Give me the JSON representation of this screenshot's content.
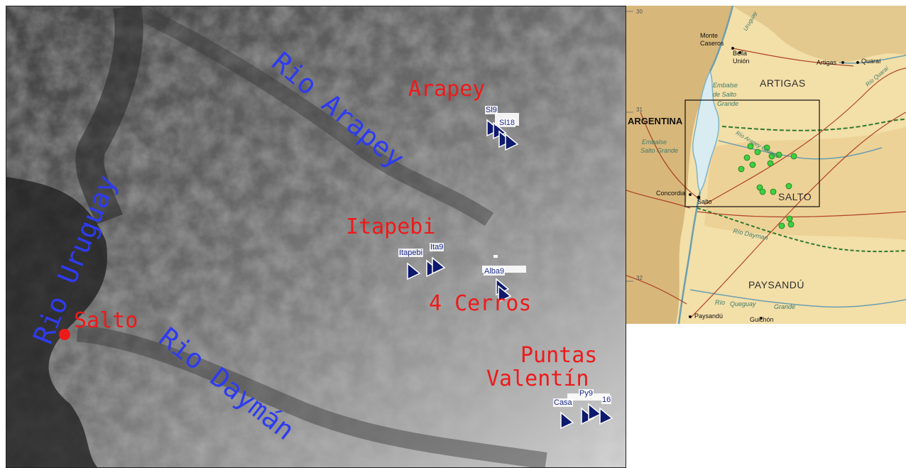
{
  "relief_map": {
    "rivers": [
      {
        "name": "Rio Uruguay"
      },
      {
        "name": "Rio Arapey"
      },
      {
        "name": "Rio Daymán"
      }
    ],
    "towns": [
      {
        "name": "Salto"
      },
      {
        "name": "Arapey"
      },
      {
        "name": "Itapebi"
      },
      {
        "name": "4 Cerros"
      },
      {
        "name": "Puntas"
      },
      {
        "name": "Valentín"
      }
    ],
    "station_labels": [
      {
        "text": "Sl9"
      },
      {
        "text": "Sl18"
      },
      {
        "text": "Itapebi"
      },
      {
        "text": "Ita9"
      },
      {
        "text": "Alba9"
      },
      {
        "text": "Casa"
      },
      {
        "text": "Py9"
      },
      {
        "text": "16"
      }
    ],
    "colors": {
      "river_label": "#2e3bf0",
      "town_label": "#ee1a1a",
      "salto_marker": "#ee1a1a",
      "flag": "#0e1a6e"
    }
  },
  "inset_map": {
    "countries": [
      {
        "name": "ARGENTINA"
      }
    ],
    "departments": [
      {
        "name": "ARTIGAS"
      },
      {
        "name": "SALTO"
      },
      {
        "name": "PAYSANDÚ"
      }
    ],
    "cities": [
      {
        "name": "Monte"
      },
      {
        "name": "Caseros"
      },
      {
        "name": "Bella"
      },
      {
        "name": "Unión"
      },
      {
        "name": "Artigas"
      },
      {
        "name": "Quaraí"
      },
      {
        "name": "Concordia"
      },
      {
        "name": "Salto"
      },
      {
        "name": "Paysandú"
      },
      {
        "name": "Guichón"
      }
    ],
    "water_labels": [
      {
        "text": "Embalse"
      },
      {
        "text": "de Salto"
      },
      {
        "text": "Grande"
      },
      {
        "text": "Embalse"
      },
      {
        "text": "Salto Grande"
      },
      {
        "text": "Río Dayman"
      },
      {
        "text": "Río"
      },
      {
        "text": "Queguay"
      },
      {
        "text": "Grande"
      },
      {
        "text": "Río Arapey Grande"
      },
      {
        "text": "Uruguay"
      },
      {
        "text": "Río Quaraí"
      }
    ],
    "latitude_labels": [
      {
        "text": "30"
      },
      {
        "text": "31"
      },
      {
        "text": "32"
      }
    ],
    "colors": {
      "land_uruguay": "#f3dfa8",
      "land_argentina": "#d8b77a",
      "reservoir": "#d9ecf2",
      "site_marker": "#3fcf3f",
      "river": "#6a9fb0",
      "road": "#a8341e"
    }
  }
}
